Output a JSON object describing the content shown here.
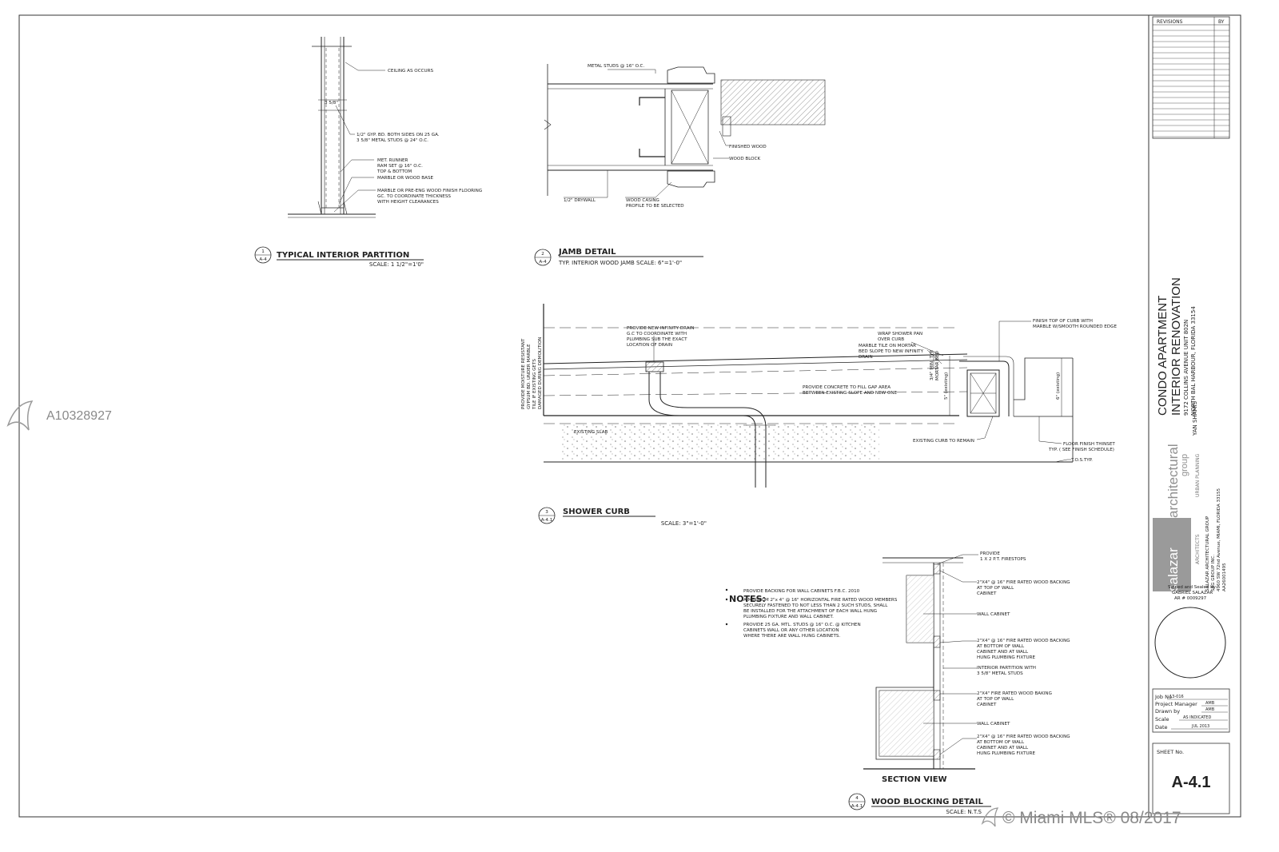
{
  "watermark": {
    "listing_id": "A10328927",
    "copyright": "© Miami MLS® 08/2017"
  },
  "details": {
    "d1": {
      "number": "1",
      "sheet": "A-4",
      "title": "TYPICAL  INTERIOR PARTITION",
      "scale": "SCALE: 1 1/2\"=1'0\"",
      "labels": {
        "ceiling": "CEILING AS OCCURS",
        "dim": "3 5/8\"",
        "gyp1": "1/2\" GYP. BD. BOTH SIDES ON 25 GA.",
        "gyp2": "3 5/8\"  METAL STUDS @ 24\" O.C.",
        "runner1": "MET. RUNNER",
        "runner2": "RAM SET @ 16\" O.C.",
        "runner3": "TOP & BOTTOM",
        "base": "MARBLE OR WOOD BASE",
        "floor1": "MARBLE OR PRE-ENG WOOD FINISH FLOORING",
        "floor2": "GC. TO COORDINATE THICKNESS",
        "floor3": "WITH HEIGHT CLEARANCES"
      }
    },
    "d2": {
      "number": "2",
      "sheet": "A-4",
      "title": "JAMB DETAIL",
      "scale": "TYP. INTERIOR WOOD JAMB  SCALE: 6\"=1'-0\"",
      "labels": {
        "studs": "METAL STUDS @ 16\" O.C.",
        "finished": "FINISHED WOOD",
        "block": "WOOD BLOCK",
        "drywall": "1/2\" DRYWALL",
        "casing1": "WOOD CASING",
        "casing2": "PROFILE TO BE SELECTED"
      }
    },
    "d3": {
      "number": "3",
      "sheet": "A-4.1",
      "title": "SHOWER CURB",
      "scale": "SCALE: 3\"=1'-0\"",
      "labels": {
        "vert1": "PROVIDE MOISTURE RESISTANT",
        "vert2": "GYPSUM BD. UNDER MARBLE",
        "vert3": "TILE IF EXISTING GETS",
        "vert4": "DAMAGED DURING DEMOLITION",
        "drain1": "PROVIDE NEW INFINITY DRAIN",
        "drain2": "G.C TO COORDINATE WITH",
        "drain3": "PLUMBING SUB THE EXACT",
        "drain4": "LOCATION OF DRAIN",
        "wrap1": "WRAP SHOWER PAN",
        "wrap2": "OVER CURB",
        "tile1": "MARBLE TILE ON MORTAR",
        "tile2": "BED SLOPE TO NEW INFINITY",
        "tile3": "DRAIN",
        "curbtop1": "FINISH TOP OF CURB WITH",
        "curbtop2": "MARBLE W/SMOOTH ROUNDED EDGE",
        "concrete1": "PROVIDE CONCRETE TO FILL GAP AREA",
        "concrete2": "BETWEEN EXISTING SLOPE AND NEW ONE",
        "mortar1": "3/4\" MIN. TYP.",
        "mortar2": "MORTAR BED",
        "five": "5\" (existing)",
        "six": "6\" (existing)",
        "slab": "EXISTING SLAB",
        "curb": "EXISTING CURB TO REMAIN",
        "floor1": "FLOOR FINISH THINSET",
        "floor2": "TYP. ( SEE FINISH SCHEDULE)",
        "tos": "T.O.S.TYP."
      }
    },
    "d4": {
      "number": "4",
      "sheet": "A-4.1",
      "title": "WOOD BLOCKING DETAIL",
      "scale": "SCALE: N.T.S",
      "section": "SECTION VIEW",
      "labels": {
        "fire1": "PROVIDE",
        "fire2": "1 X 2 P.T. FIRESTOPS",
        "b1a": "2\"X4\" @ 16\" FIRE RATED WOOD BACKING",
        "b1b": "AT TOP OF WALL",
        "b1c": "CABINET",
        "wall1": "WALL CABINET",
        "b2a": "2\"X4\" @ 16\"  FIRE RATED WOOD BACKING",
        "b2b": "AT BOTTOM OF WALL",
        "b2c": "CABINET AND AT WALL",
        "b2d": "HUNG PLUMBING FIXTURE",
        "part1": "INTERIOR PARTITION WITH",
        "part2": "3 5/8\" METAL STUDS",
        "b3a": "2\"X4\" FIRE RATED WOOD BAKING",
        "b3b": "AT TOP OF WALL",
        "b3c": "CABINET",
        "wall2": "WALL CABINET",
        "b4a": "2\"X4\" @ 16\" FIRE RATED WOOD BACKING",
        "b4b": "AT BOTTOM OF WALL",
        "b4c": "CABINET AND AT WALL",
        "b4d": "HUNG PLUMBING FIXTURE"
      }
    }
  },
  "notes": {
    "heading": "NOTES:",
    "n1": "PROVIDE BACKING FOR WALL CABINETS F.B.C. 2010",
    "n2a": "A MINIMUM 2\"x 4\" @ 16\" HORIZONTAL FIRE RATED WOOD MEMBERS",
    "n2b": "SECURELY FASTENED TO NOT LESS THAN 2 SUCH STUDS, SHALL",
    "n2c": "BE INSTALLED FOR THE ATTACHMENT OF EACH WALL HUNG",
    "n2d": "PLUMBING FIXTURE AND WALL CABINET.",
    "n3a": "PROVIDE 25 GA. MTL. STUDS @ 16\" O.C. @ KITCHEN",
    "n3b": "CABINETS WALL OR ANY OTHER LOCATION",
    "n3c": "WHERE THERE ARE WALL HUNG CABINETS."
  },
  "title_block": {
    "revisions": "REVISIONS",
    "by": "BY",
    "project1": "CONDO APARTMENT",
    "project2": "INTERIOR RENOVATION",
    "addr1": "9172 COLLINS AVENUE UNIT 802N",
    "addr2": "NORTH BAL HARBOUR, FLORIDA 33154",
    "client": "YAN SHAMIS",
    "firm_main": "salazar",
    "firm_arch": "architectural",
    "firm_group": "group",
    "urban": "URBAN PLANNING",
    "architects": "ARCHITECTS",
    "firm_addr1": "SALAZAR ARCHITECTURAL GROUP",
    "firm_addr2": "SAG GROUP INC.",
    "firm_addr3": "4960 SW 72nd Avenue, MIAMI, FLORIDA 33155",
    "firm_addr4": "AA26001495",
    "signed": "Signed and Sealed by:",
    "signer": "GABRIEL SALAZAR",
    "ar": "AR # 0009297",
    "job_label": "Job No",
    "job": "13-016",
    "pm_label": "Project Manager",
    "pm": "AMB",
    "drawn_label": "Drawn by",
    "drawn": "AMB",
    "scale_label": "Scale",
    "scale": "AS INDICATED",
    "date_label": "Date",
    "date": "JUL 2013",
    "sheet_label": "SHEET No.",
    "sheet": "A-4.1"
  }
}
